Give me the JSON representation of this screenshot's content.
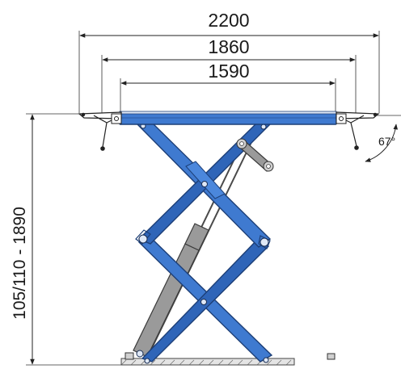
{
  "diagram": {
    "dimensions": {
      "overall_width": "2200",
      "platform_width": "1860",
      "inner_width": "1590",
      "height_range": "105/110 - 1890",
      "arm_angle": "67°"
    },
    "colors": {
      "lift_blue": "#3f7ad0",
      "lift_outline": "#1d3f77",
      "cylinder_grey": "#9a9a9a",
      "dimension_line": "#222222"
    }
  }
}
